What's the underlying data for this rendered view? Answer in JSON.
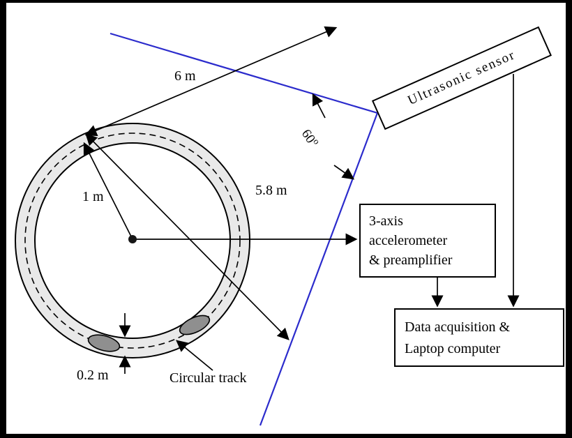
{
  "figure": {
    "type": "experimental-setup-diagram",
    "labels": {
      "radius": "1 m",
      "distance_to_upper_wall": "6 m",
      "distance_to_lower_wall": "5.8 m",
      "angle_value": "60",
      "angle_unit": "o",
      "track_width": "0.2 m",
      "track_name": "Circular track"
    },
    "devices": {
      "ultrasonic_sensor": "Ultrasonic sensor",
      "accelerometer_lines": [
        "3-axis",
        "accelerometer",
        "& preamplifier"
      ],
      "daq_lines": [
        "Data acquisition &",
        "Laptop computer"
      ]
    },
    "colors": {
      "ink": "#000000",
      "wall": "#2b2bcc",
      "track_fill": "#e9e9e9",
      "track_inner": "#ffffff",
      "object_fill": "#8f8f8f",
      "background": "#ffffff",
      "frame": "#000000"
    }
  }
}
